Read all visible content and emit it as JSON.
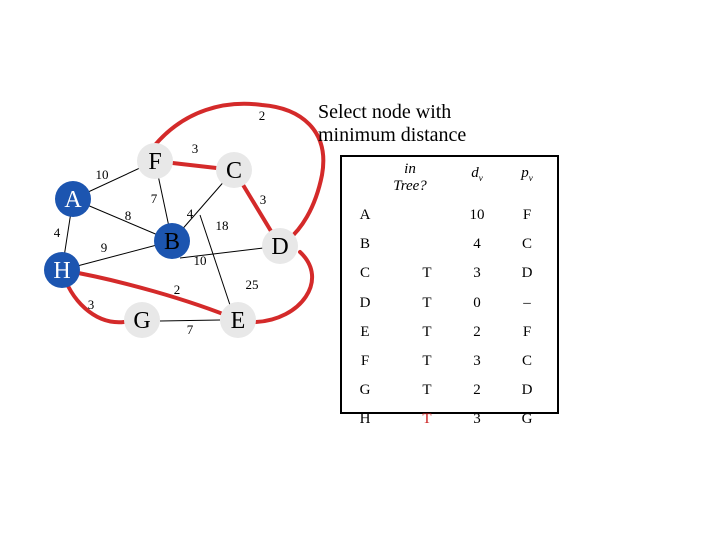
{
  "caption": {
    "line1": "Select node with",
    "line2": "minimum distance"
  },
  "graph": {
    "nodes": [
      {
        "id": "A",
        "label": "A",
        "fill": "#1c55b0",
        "text_color": "#ffffff"
      },
      {
        "id": "F",
        "label": "F",
        "fill": "#e8e8e8",
        "text_color": "#000000"
      },
      {
        "id": "C",
        "label": "C",
        "fill": "#e8e8e8",
        "text_color": "#000000"
      },
      {
        "id": "B",
        "label": "B",
        "fill": "#1c55b0",
        "text_color": "#000000"
      },
      {
        "id": "D",
        "label": "D",
        "fill": "#e8e8e8",
        "text_color": "#000000"
      },
      {
        "id": "H",
        "label": "H",
        "fill": "#1c55b0",
        "text_color": "#ffffff"
      },
      {
        "id": "G",
        "label": "G",
        "fill": "#e8e8e8",
        "text_color": "#000000"
      },
      {
        "id": "E",
        "label": "E",
        "fill": "#e8e8e8",
        "text_color": "#000000"
      }
    ],
    "edges": [
      {
        "from": "A",
        "to": "F",
        "weight": "10",
        "in_tree": false
      },
      {
        "from": "A",
        "to": "B",
        "weight": "8",
        "in_tree": false
      },
      {
        "from": "A",
        "to": "H",
        "weight": "4",
        "in_tree": false
      },
      {
        "from": "F",
        "to": "C",
        "weight": "3",
        "in_tree": true
      },
      {
        "from": "F",
        "to": "D",
        "weight": "2",
        "in_tree": true
      },
      {
        "from": "F",
        "to": "B",
        "weight": "7",
        "in_tree": false
      },
      {
        "from": "C",
        "to": "B",
        "weight": "4",
        "in_tree": false
      },
      {
        "from": "C",
        "to": "D",
        "weight": "3",
        "in_tree": true
      },
      {
        "from": "C",
        "to": "E",
        "weight": "18",
        "in_tree": false
      },
      {
        "from": "B",
        "to": "H",
        "weight": "9",
        "in_tree": false
      },
      {
        "from": "B",
        "to": "D",
        "weight": "10",
        "in_tree": false
      },
      {
        "from": "H",
        "to": "G",
        "weight": "3",
        "in_tree": true
      },
      {
        "from": "H",
        "to": "E",
        "weight": "2",
        "in_tree": true
      },
      {
        "from": "G",
        "to": "E",
        "weight": "7",
        "in_tree": false
      },
      {
        "from": "D",
        "to": "E",
        "weight": "25",
        "in_tree": true
      }
    ]
  },
  "table": {
    "headers": {
      "tree_line1": "in",
      "tree_line2": "Tree?",
      "d": "dv",
      "p": "pv"
    },
    "rows": [
      {
        "node": "A",
        "in_tree": "",
        "d": "10",
        "p": "F",
        "in_tree_color": "#000000"
      },
      {
        "node": "B",
        "in_tree": "",
        "d": "4",
        "p": "C",
        "in_tree_color": "#000000"
      },
      {
        "node": "C",
        "in_tree": "T",
        "d": "3",
        "p": "D",
        "in_tree_color": "#000000"
      },
      {
        "node": "D",
        "in_tree": "T",
        "d": "0",
        "p": "–",
        "in_tree_color": "#000000"
      },
      {
        "node": "E",
        "in_tree": "T",
        "d": "2",
        "p": "F",
        "in_tree_color": "#000000"
      },
      {
        "node": "F",
        "in_tree": "T",
        "d": "3",
        "p": "C",
        "in_tree_color": "#000000"
      },
      {
        "node": "G",
        "in_tree": "T",
        "d": "2",
        "p": "D",
        "in_tree_color": "#000000"
      },
      {
        "node": "H",
        "in_tree": "T",
        "d": "3",
        "p": "G",
        "in_tree_color": "#cc2222"
      }
    ]
  }
}
